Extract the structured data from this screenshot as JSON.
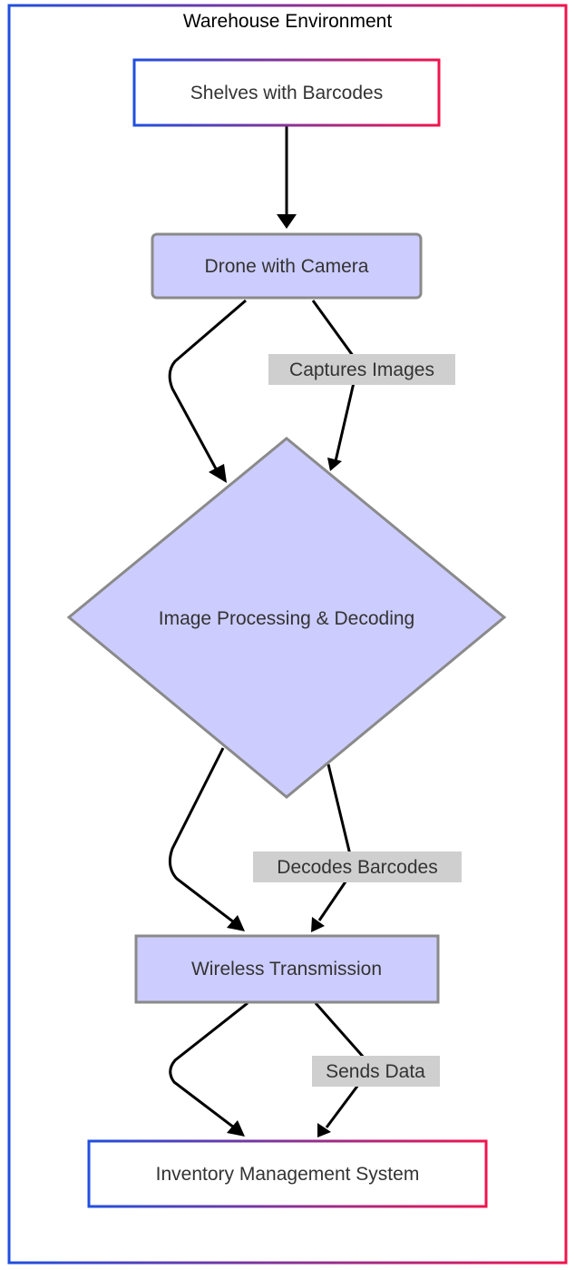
{
  "diagram": {
    "title": "Warehouse Environment",
    "nodes": {
      "shelves": "Shelves with Barcodes",
      "drone": "Drone with Camera",
      "processing": "Image Processing & Decoding",
      "wireless": "Wireless Transmission",
      "inventory": "Inventory Management System"
    },
    "edges": {
      "captures": "Captures Images",
      "decodes": "Decodes Barcodes",
      "sends": "Sends Data"
    }
  },
  "colors": {
    "gradient_start": "#1f4fe0",
    "gradient_end": "#f0144e",
    "node_fill": "#ccccff",
    "node_stroke": "#8a8a8a",
    "edge_label_bg": "#cfcfcf"
  }
}
